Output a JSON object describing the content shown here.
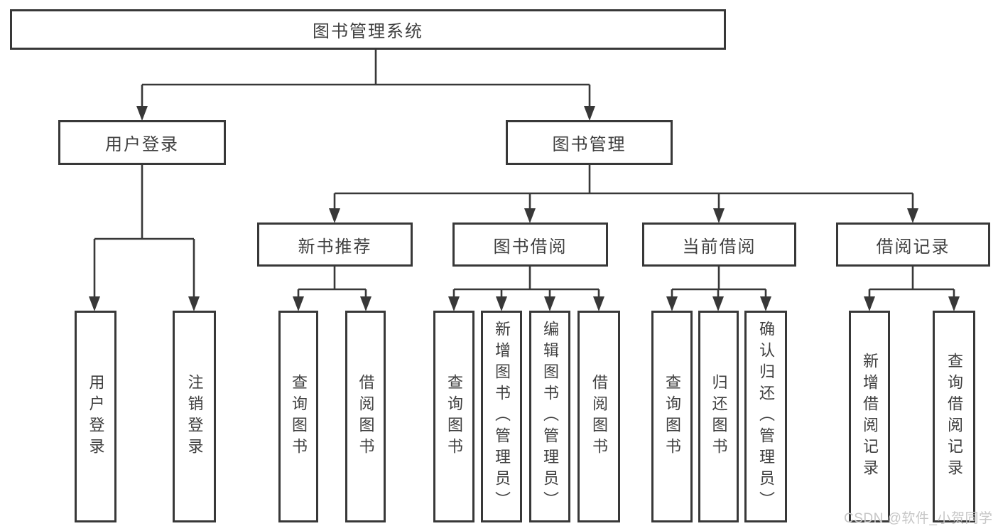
{
  "tree": {
    "root": "图书管理系统",
    "branches": [
      {
        "label": "用户登录",
        "children": [
          {
            "label": "用户登录"
          },
          {
            "label": "注销登录"
          }
        ]
      },
      {
        "label": "图书管理",
        "children": [
          {
            "label": "新书推荐",
            "children": [
              {
                "label": "查询图书"
              },
              {
                "label": "借阅图书"
              }
            ]
          },
          {
            "label": "图书借阅",
            "children": [
              {
                "label": "查询图书"
              },
              {
                "label": "新增图书（管理员）"
              },
              {
                "label": "编辑图书（管理员）"
              },
              {
                "label": "借阅图书"
              }
            ]
          },
          {
            "label": "当前借阅",
            "children": [
              {
                "label": "查询图书"
              },
              {
                "label": "归还图书"
              },
              {
                "label": "确认归还（管理员）"
              }
            ]
          },
          {
            "label": "借阅记录",
            "children": [
              {
                "label": "新增借阅记录"
              },
              {
                "label": "查询借阅记录"
              }
            ]
          }
        ]
      }
    ]
  },
  "watermark": {
    "text": "CSDN @软件_小贺同学"
  },
  "colors": {
    "line": "#383838",
    "box_border": "#383838",
    "text": "#3f3f3f",
    "watermark": "#c6c6c6",
    "background": "#ffffff"
  }
}
